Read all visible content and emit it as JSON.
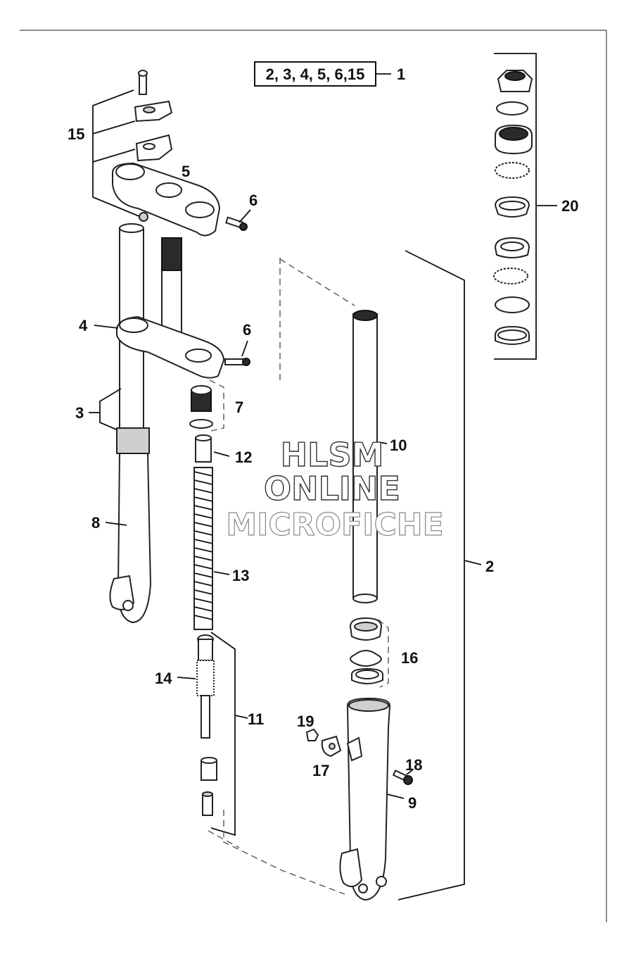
{
  "callouts": {
    "c1": "1",
    "kit_box": "2, 3, 4, 5, 6,15",
    "c2": "2",
    "c3": "3",
    "c4": "4",
    "c5": "5",
    "c6a": "6",
    "c6b": "6",
    "c7": "7",
    "c8": "8",
    "c9": "9",
    "c10": "10",
    "c11": "11",
    "c12": "12",
    "c13": "13",
    "c14": "14",
    "c15": "15",
    "c16": "16",
    "c17": "17",
    "c18": "18",
    "c19": "19",
    "c20": "20"
  },
  "watermark": {
    "line1": "HLSM",
    "line2": "ONLINE",
    "line3": "MICROFICHE"
  }
}
